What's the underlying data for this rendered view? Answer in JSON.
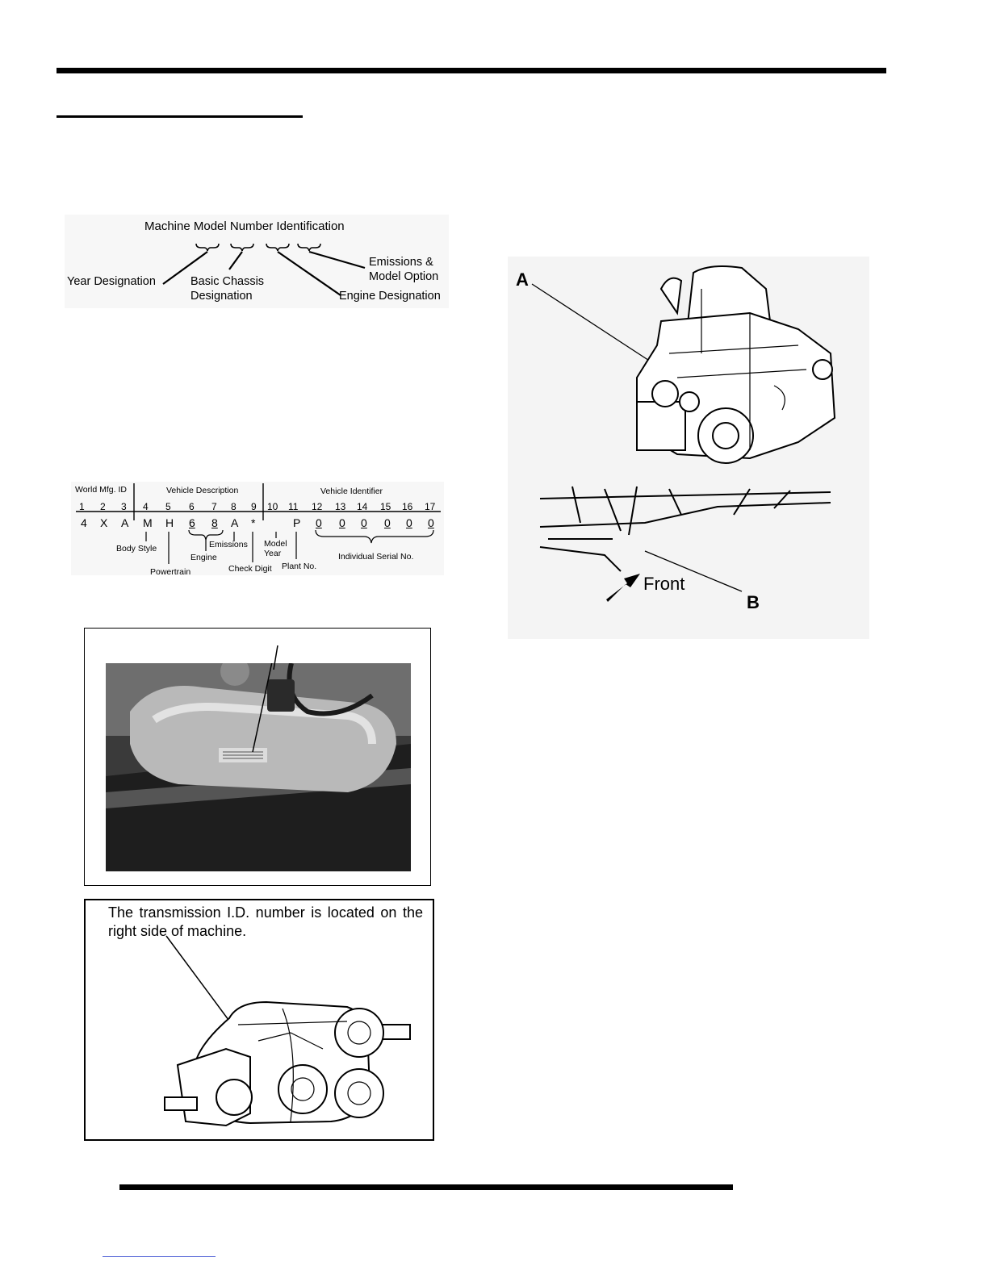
{
  "model_id": {
    "title": "Machine Model Number Identification",
    "labels": {
      "year": "Year Designation",
      "chassis": "Basic Chassis\nDesignation",
      "emissions": "Emissions &\nModel Option",
      "engine": "Engine Designation"
    }
  },
  "vin": {
    "headers": [
      "World Mfg. ID",
      "Vehicle Description",
      "Vehicle Identifier"
    ],
    "positions": [
      "1",
      "2",
      "3",
      "4",
      "5",
      "6",
      "7",
      "8",
      "9",
      "10",
      "11",
      "12",
      "13",
      "14",
      "15",
      "16",
      "17"
    ],
    "chars": [
      "4",
      "X",
      "A",
      "M",
      "H",
      "6",
      "8",
      "A",
      "*",
      "",
      "P",
      "0",
      "0",
      "0",
      "0",
      "0",
      "0"
    ],
    "callouts": {
      "body_style": "Body Style",
      "powertrain": "Powertrain",
      "engine": "Engine",
      "emissions": "Emissions",
      "check_digit": "Check Digit",
      "model_year": "Model\nYear",
      "plant": "Plant No.",
      "serial": "Individual Serial No."
    }
  },
  "transmission_note": "The transmission I.D. number is located on the right side of machine.",
  "engine_figure": {
    "label_a": "A",
    "label_b": "B",
    "front": "Front"
  }
}
